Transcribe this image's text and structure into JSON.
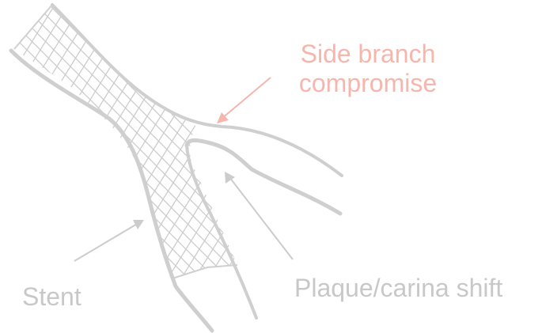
{
  "labels": {
    "side_branch_line1": "Side branch",
    "side_branch_line2": "compromise",
    "stent": "Stent",
    "plaque_carina": "Plaque/carina shift"
  },
  "colors": {
    "vessel_wall": "#cfcfcf",
    "stent_mesh": "#cccccc",
    "arrow_gray": "#cccccc",
    "arrow_pink": "#f6b6ad",
    "label_gray": "#c8c8c8",
    "label_pink": "#f6b6ad",
    "background": "#ffffff"
  }
}
